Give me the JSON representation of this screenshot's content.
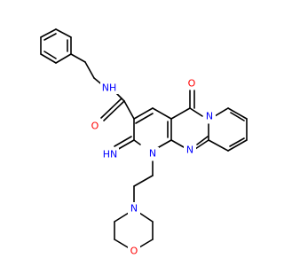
{
  "molecule": {
    "colors": {
      "carbon_bond": "#000000",
      "nitrogen": "#0000ff",
      "oxygen": "#ff0000",
      "background": "#ffffff"
    },
    "atom_labels": {
      "amide_nh": "NH",
      "amide_o": "O",
      "ketone_o": "O",
      "imine_nh": "HN",
      "n_ring_top": "N",
      "n_ring_bottom_left": "N",
      "n_ring_bottom_right": "N",
      "n_morpholine": "N",
      "o_morpholine": "O"
    }
  }
}
